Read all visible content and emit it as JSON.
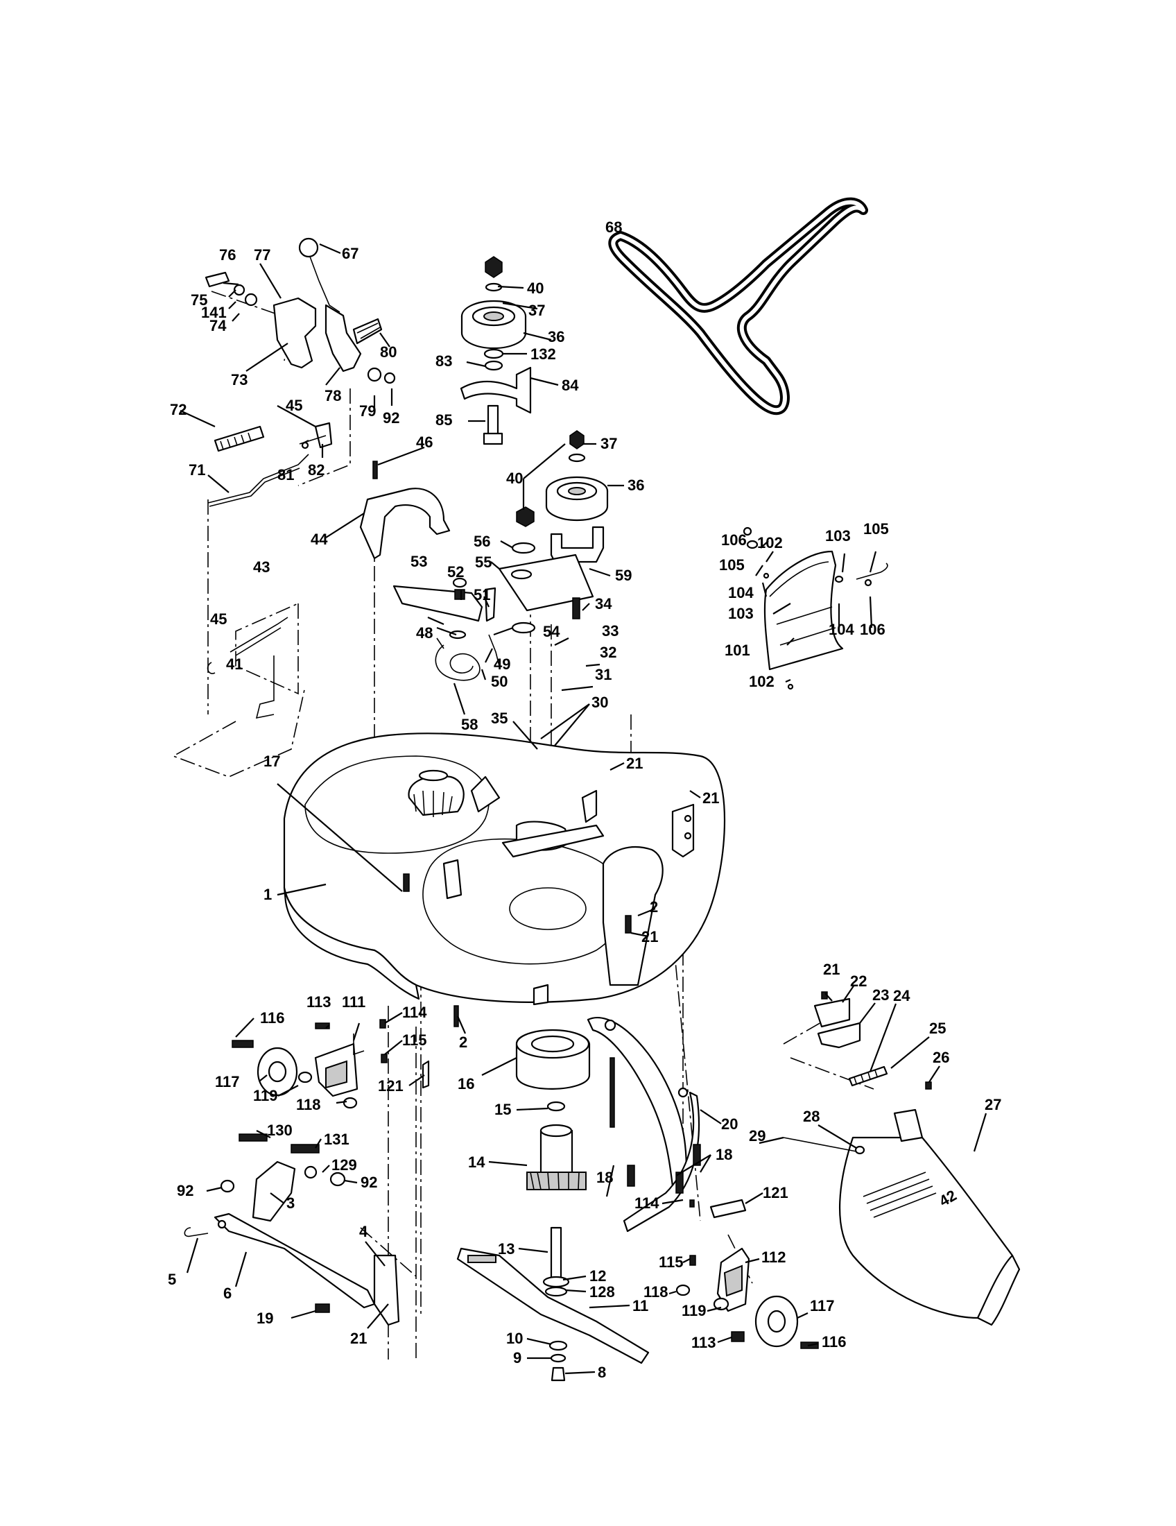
{
  "callouts": [
    {
      "id": "p1",
      "text": "1"
    },
    {
      "id": "p2a",
      "text": "2"
    },
    {
      "id": "p2b",
      "text": "2"
    },
    {
      "id": "p3",
      "text": "3"
    },
    {
      "id": "p4",
      "text": "4"
    },
    {
      "id": "p5",
      "text": "5"
    },
    {
      "id": "p6",
      "text": "6"
    },
    {
      "id": "p8",
      "text": "8"
    },
    {
      "id": "p9",
      "text": "9"
    },
    {
      "id": "p10",
      "text": "10"
    },
    {
      "id": "p11",
      "text": "11"
    },
    {
      "id": "p12",
      "text": "12"
    },
    {
      "id": "p13",
      "text": "13"
    },
    {
      "id": "p14",
      "text": "14"
    },
    {
      "id": "p15",
      "text": "15"
    },
    {
      "id": "p16",
      "text": "16"
    },
    {
      "id": "p17",
      "text": "17"
    },
    {
      "id": "p18a",
      "text": "18"
    },
    {
      "id": "p18b",
      "text": "18"
    },
    {
      "id": "p19",
      "text": "19"
    },
    {
      "id": "p20",
      "text": "20"
    },
    {
      "id": "p21a",
      "text": "21"
    },
    {
      "id": "p21b",
      "text": "21"
    },
    {
      "id": "p21c",
      "text": "21"
    },
    {
      "id": "p21d",
      "text": "21"
    },
    {
      "id": "p21e",
      "text": "21"
    },
    {
      "id": "p22",
      "text": "22"
    },
    {
      "id": "p23",
      "text": "23"
    },
    {
      "id": "p24",
      "text": "24"
    },
    {
      "id": "p25",
      "text": "25"
    },
    {
      "id": "p26",
      "text": "26"
    },
    {
      "id": "p27",
      "text": "27"
    },
    {
      "id": "p28",
      "text": "28"
    },
    {
      "id": "p29",
      "text": "29"
    },
    {
      "id": "p30",
      "text": "30"
    },
    {
      "id": "p31",
      "text": "31"
    },
    {
      "id": "p32",
      "text": "32"
    },
    {
      "id": "p33",
      "text": "33"
    },
    {
      "id": "p34",
      "text": "34"
    },
    {
      "id": "p35",
      "text": "35"
    },
    {
      "id": "p36a",
      "text": "36"
    },
    {
      "id": "p36b",
      "text": "36"
    },
    {
      "id": "p37a",
      "text": "37"
    },
    {
      "id": "p37b",
      "text": "37"
    },
    {
      "id": "p40a",
      "text": "40"
    },
    {
      "id": "p40b",
      "text": "40"
    },
    {
      "id": "p41",
      "text": "41"
    },
    {
      "id": "p43",
      "text": "43"
    },
    {
      "id": "p44",
      "text": "44"
    },
    {
      "id": "p45a",
      "text": "45"
    },
    {
      "id": "p45b",
      "text": "45"
    },
    {
      "id": "p46",
      "text": "46"
    },
    {
      "id": "p48",
      "text": "48"
    },
    {
      "id": "p49",
      "text": "49"
    },
    {
      "id": "p50",
      "text": "50"
    },
    {
      "id": "p51",
      "text": "51"
    },
    {
      "id": "p52",
      "text": "52"
    },
    {
      "id": "p53",
      "text": "53"
    },
    {
      "id": "p54",
      "text": "54"
    },
    {
      "id": "p55",
      "text": "55"
    },
    {
      "id": "p56",
      "text": "56"
    },
    {
      "id": "p58",
      "text": "58"
    },
    {
      "id": "p59",
      "text": "59"
    },
    {
      "id": "p67",
      "text": "67"
    },
    {
      "id": "p68",
      "text": "68"
    },
    {
      "id": "p71",
      "text": "71"
    },
    {
      "id": "p72",
      "text": "72"
    },
    {
      "id": "p73",
      "text": "73"
    },
    {
      "id": "p74",
      "text": "74"
    },
    {
      "id": "p75",
      "text": "75"
    },
    {
      "id": "p76",
      "text": "76"
    },
    {
      "id": "p77",
      "text": "77"
    },
    {
      "id": "p78",
      "text": "78"
    },
    {
      "id": "p79",
      "text": "79"
    },
    {
      "id": "p80",
      "text": "80"
    },
    {
      "id": "p81",
      "text": "81"
    },
    {
      "id": "p82",
      "text": "82"
    },
    {
      "id": "p83",
      "text": "83"
    },
    {
      "id": "p84",
      "text": "84"
    },
    {
      "id": "p85",
      "text": "85"
    },
    {
      "id": "p92a",
      "text": "92"
    },
    {
      "id": "p92b",
      "text": "92"
    },
    {
      "id": "p92c",
      "text": "92"
    },
    {
      "id": "p101",
      "text": "101"
    },
    {
      "id": "p102a",
      "text": "102"
    },
    {
      "id": "p102b",
      "text": "102"
    },
    {
      "id": "p103a",
      "text": "103"
    },
    {
      "id": "p103b",
      "text": "103"
    },
    {
      "id": "p104a",
      "text": "104"
    },
    {
      "id": "p104b",
      "text": "104"
    },
    {
      "id": "p105a",
      "text": "105"
    },
    {
      "id": "p105b",
      "text": "105"
    },
    {
      "id": "p106a",
      "text": "106"
    },
    {
      "id": "p106b",
      "text": "106"
    },
    {
      "id": "p111",
      "text": "111"
    },
    {
      "id": "p112",
      "text": "112"
    },
    {
      "id": "p113a",
      "text": "113"
    },
    {
      "id": "p113b",
      "text": "113"
    },
    {
      "id": "p114a",
      "text": "114"
    },
    {
      "id": "p114b",
      "text": "114"
    },
    {
      "id": "p115a",
      "text": "115"
    },
    {
      "id": "p115b",
      "text": "115"
    },
    {
      "id": "p116a",
      "text": "116"
    },
    {
      "id": "p116b",
      "text": "116"
    },
    {
      "id": "p117a",
      "text": "117"
    },
    {
      "id": "p117b",
      "text": "117"
    },
    {
      "id": "p118a",
      "text": "118"
    },
    {
      "id": "p118b",
      "text": "118"
    },
    {
      "id": "p119a",
      "text": "119"
    },
    {
      "id": "p119b",
      "text": "119"
    },
    {
      "id": "p121a",
      "text": "121"
    },
    {
      "id": "p121b",
      "text": "121"
    },
    {
      "id": "p128",
      "text": "128"
    },
    {
      "id": "p129",
      "text": "129"
    },
    {
      "id": "p130",
      "text": "130"
    },
    {
      "id": "p131",
      "text": "131"
    },
    {
      "id": "p132",
      "text": "132"
    },
    {
      "id": "p141",
      "text": "141"
    }
  ],
  "chute_marking": "42"
}
